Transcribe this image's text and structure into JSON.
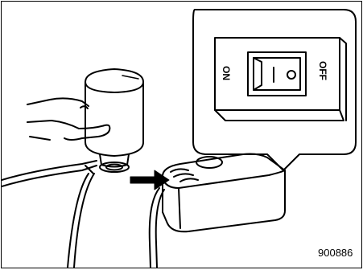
{
  "figure": {
    "switch_label_on": "ON",
    "switch_label_off": "OFF",
    "figure_code": "900886"
  }
}
